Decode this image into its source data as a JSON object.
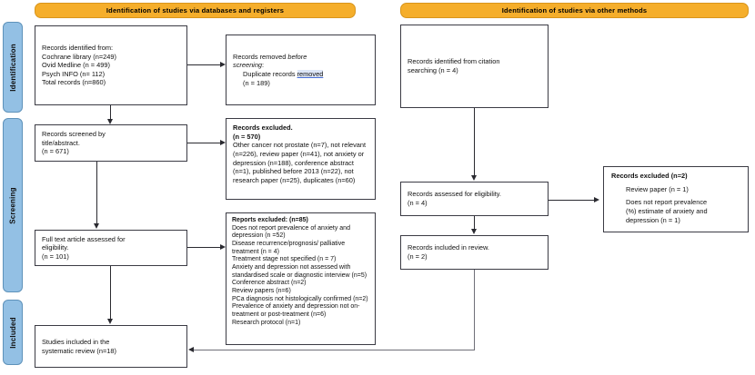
{
  "diagram": {
    "title": "PRISMA flow diagram",
    "colors": {
      "banner": "#F5AE2B",
      "stage_label": "#93C0E4",
      "box_border": "#3b3b44",
      "connector": "#2a2a30",
      "spellcheck_underline": "#4a6fd6"
    },
    "banners": {
      "databases": "Identification of studies via databases and registers",
      "other_methods": "Identification of studies via other methods"
    },
    "stages": {
      "identification": "Identification",
      "screening": "Screening",
      "included": "Included"
    },
    "boxes": {
      "records_identified": {
        "lines": [
          "Records identified from:",
          "Cochrane library (n=249)",
          "Ovid Medline (n = 499)",
          "Psych INFO (n= 112)",
          "Total records (n=860)"
        ]
      },
      "records_removed": {
        "line1": "Records removed ",
        "line1_italic": "before",
        "line2_italic": "screening",
        "line2_tail": ":",
        "line3_a": "Duplicate records ",
        "line3_b": "removed",
        "line4": "(n = 189)"
      },
      "records_screened": {
        "lines": [
          "Records screened by",
          "title/abstract.",
          "(n = 671)"
        ]
      },
      "records_excluded": {
        "header1": "Records excluded.",
        "header2": "(n = 570)",
        "body": "Other cancer not prostate (n=7), not relevant (n=226), review paper (n=41), not anxiety or depression (n=188), conference abstract (n=1), published before 2013 (n=22), not research paper (n=25), duplicates (n=60)"
      },
      "full_text": {
        "lines": [
          "Full text article assessed for",
          "eligibility.",
          "(n = 101)"
        ]
      },
      "reports_excluded": {
        "header": "Reports excluded: (n=85)",
        "items": [
          "Does not report prevalence of anxiety and depression (n =52)",
          "Disease recurrence/prognosis/ palliative treatment (n = 4)",
          "Treatment stage not specified (n = 7)",
          "Anxiety and depression not assessed with standardised scale or diagnostic interview (n=5)",
          "Conference abstract (n=2)",
          "Review papers (n=6)",
          "PCa diagnosis not histologically confirmed (n=2)",
          "Prevalence of anxiety and depression not on-treatment or post-treatment (n=6)",
          "Research protocol (n=1)"
        ]
      },
      "studies_included": {
        "lines": [
          "Studies included in the",
          "systematic review (n=18)"
        ]
      },
      "citation_searching": {
        "lines": [
          "Records identified from citation",
          "searching (n = 4)"
        ]
      },
      "assessed_eligibility": {
        "lines": [
          "Records assessed for eligibility.",
          "(n = 4)"
        ]
      },
      "included_in_review": {
        "lines": [
          "Records included in review.",
          "(n = 2)"
        ]
      },
      "records_excluded_other": {
        "header": "Records excluded (n=2)",
        "item1": "Review paper (n = 1)",
        "item2_lines": [
          "Does not report prevalence",
          "(%) estimate of anxiety and",
          "depression (n = 1)"
        ]
      }
    }
  }
}
